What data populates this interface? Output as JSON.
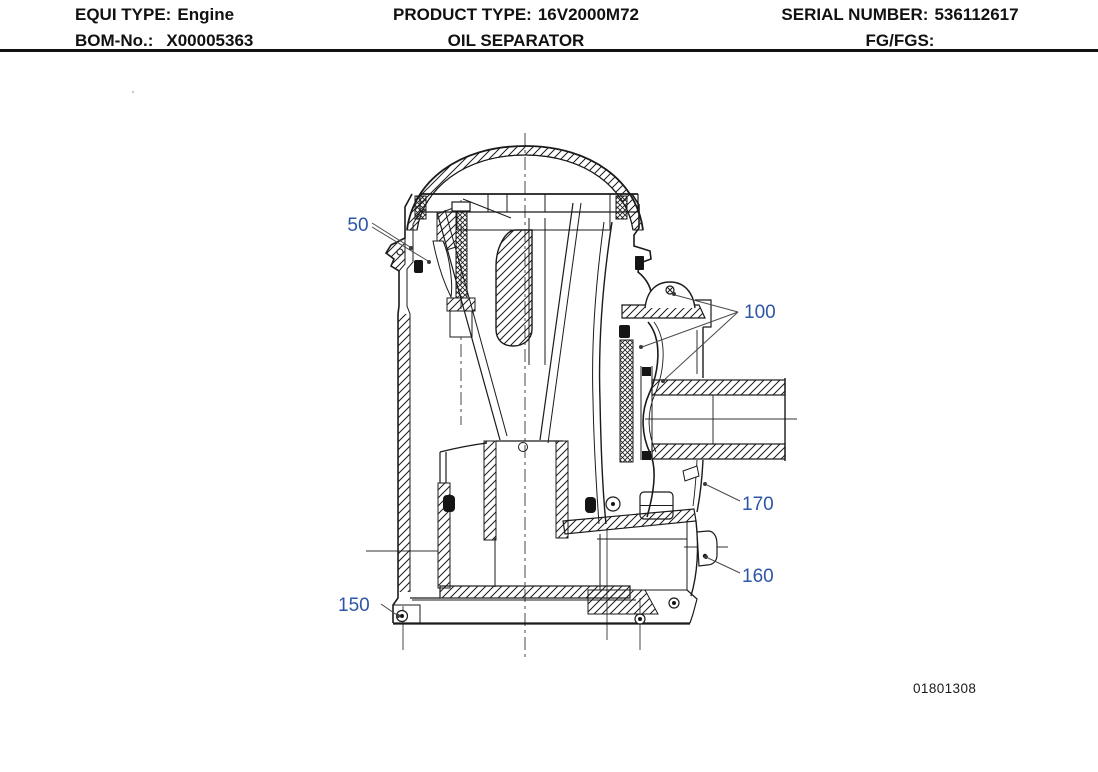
{
  "header": {
    "equi_type_label": "EQUI TYPE:",
    "equi_type_value": "Engine",
    "bom_label": "BOM-No.:",
    "bom_value": "X00005363",
    "product_type_label": "PRODUCT TYPE:",
    "product_type_value": "16V2000M72",
    "product_name": "OIL SEPARATOR",
    "serial_label": "SERIAL NUMBER:",
    "serial_value": "536112617",
    "fg_label": "FG/FGS:"
  },
  "diagram": {
    "callouts": [
      {
        "label": "50"
      },
      {
        "label": "100"
      },
      {
        "label": "170"
      },
      {
        "label": "160"
      },
      {
        "label": "150"
      }
    ],
    "drawing_number": "01801308"
  },
  "colors": {
    "callout_blue": "#2d55a8",
    "line_black": "#1b1b1b"
  }
}
